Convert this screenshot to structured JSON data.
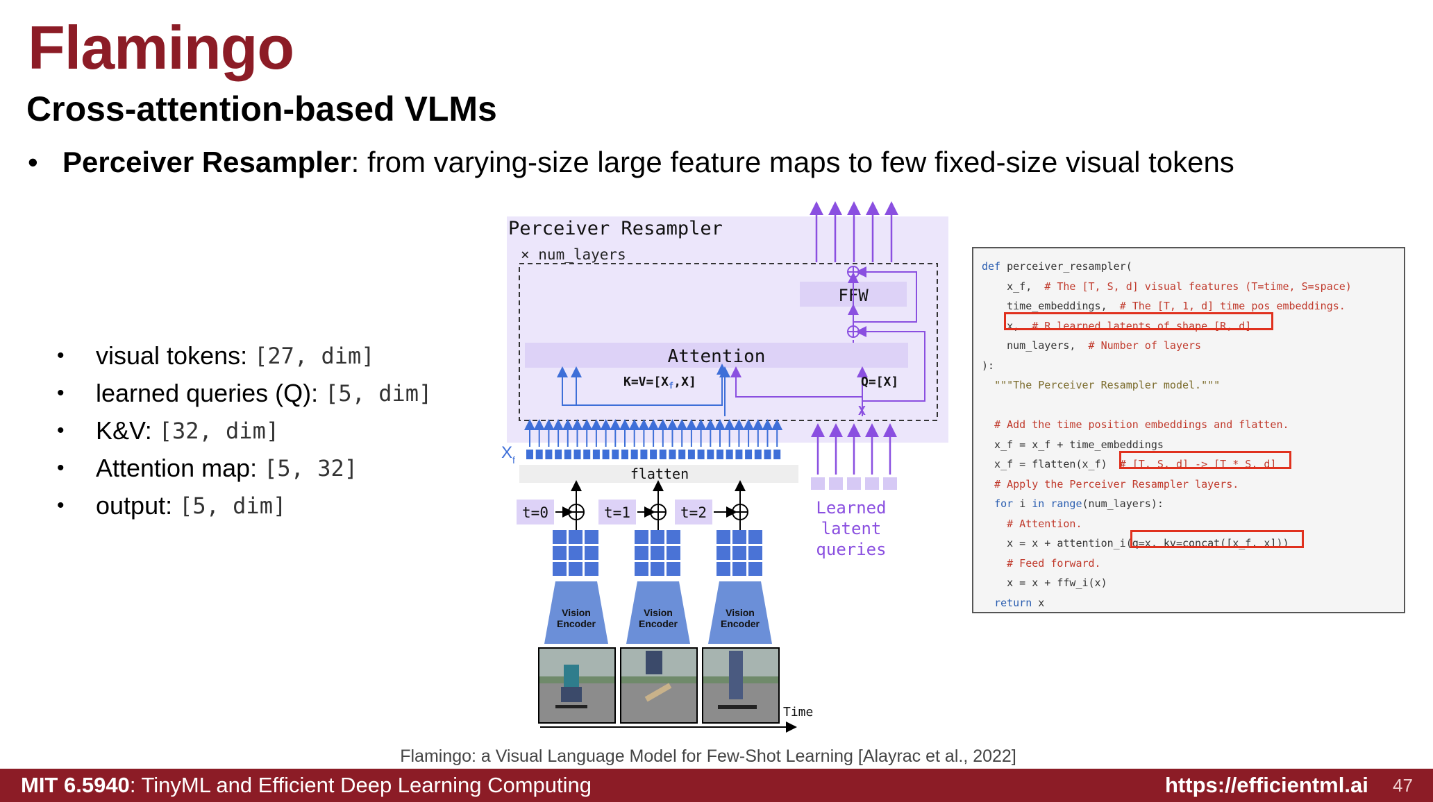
{
  "slide": {
    "title": "Flamingo",
    "subtitle": "Cross-attention-based VLMs",
    "bullet_dot": "•",
    "main_bullet": {
      "bold": "Perceiver Resampler",
      "rest": ": from varying-size large feature maps to few fixed-size visual tokens"
    },
    "sub_bullets": [
      {
        "label": "visual tokens:",
        "value": "[27, dim]"
      },
      {
        "label": "learned queries (Q):",
        "value": "[5, dim]"
      },
      {
        "label": "K&V:",
        "value": "[32, dim]"
      },
      {
        "label": "Attention map:",
        "value": "[5, 32]"
      },
      {
        "label": "output:",
        "value": "[5, dim]"
      }
    ],
    "citation": "Flamingo: a Visual Language Model for Few-Shot Learning [Alayrac et al., 2022]"
  },
  "diagram": {
    "resampler_title": "Perceiver Resampler",
    "num_layers": "× num_layers",
    "ffw": "FFW",
    "attention": "Attention",
    "kv_label": "K=V=[X",
    "kv_sub": "f",
    "kv_end": ",X]",
    "q_label": "Q=[X]",
    "x_label": "X",
    "xf_label": "X",
    "xf_sub": "f",
    "flatten": "flatten",
    "times": [
      "t=0",
      "t=1",
      "t=2"
    ],
    "encoder_line1": "Vision",
    "encoder_line2": "Encoder",
    "time_label": "Time",
    "learned": [
      "Learned",
      "latent",
      "queries"
    ],
    "plus": "⊕"
  },
  "code": {
    "lines": [
      [
        {
          "t": "def ",
          "c": "kw"
        },
        {
          "t": "perceiver_resampler(",
          "c": ""
        }
      ],
      [
        {
          "t": "    x_f,  ",
          "c": ""
        },
        {
          "t": "# The [T, S, d] visual features (T=time, S=space)",
          "c": "cm"
        }
      ],
      [
        {
          "t": "    time_embeddings,  ",
          "c": ""
        },
        {
          "t": "# The [T, 1, d] time pos embeddings.",
          "c": "cm"
        }
      ],
      [
        {
          "t": "    x,  ",
          "c": ""
        },
        {
          "t": "# R learned latents of shape [R, d]",
          "c": "cm"
        }
      ],
      [
        {
          "t": "    num_layers,  ",
          "c": ""
        },
        {
          "t": "# Number of layers",
          "c": "cm"
        }
      ],
      [
        {
          "t": "):",
          "c": ""
        }
      ],
      [
        {
          "t": "  ",
          "c": ""
        },
        {
          "t": "\"\"\"The Perceiver Resampler model.\"\"\"",
          "c": "st"
        }
      ],
      [
        {
          "t": "",
          "c": ""
        }
      ],
      [
        {
          "t": "  ",
          "c": ""
        },
        {
          "t": "# Add the time position embeddings and flatten.",
          "c": "cm"
        }
      ],
      [
        {
          "t": "  x_f = x_f + time_embeddings",
          "c": ""
        }
      ],
      [
        {
          "t": "  x_f = flatten(x_f)  ",
          "c": ""
        },
        {
          "t": "# [T, S, d] -> [T * S, d]",
          "c": "cm"
        }
      ],
      [
        {
          "t": "  ",
          "c": ""
        },
        {
          "t": "# Apply the Perceiver Resampler layers.",
          "c": "cm"
        }
      ],
      [
        {
          "t": "  ",
          "c": ""
        },
        {
          "t": "for ",
          "c": "kw"
        },
        {
          "t": "i ",
          "c": ""
        },
        {
          "t": "in ",
          "c": "kw"
        },
        {
          "t": "range",
          "c": "kw"
        },
        {
          "t": "(num_layers):",
          "c": ""
        }
      ],
      [
        {
          "t": "    ",
          "c": ""
        },
        {
          "t": "# Attention.",
          "c": "cm"
        }
      ],
      [
        {
          "t": "    x = x + attention_i(q=x, kv=concat([x_f, x]))",
          "c": ""
        }
      ],
      [
        {
          "t": "    ",
          "c": ""
        },
        {
          "t": "# Feed forward.",
          "c": "cm"
        }
      ],
      [
        {
          "t": "    x = x + ffw_i(x)",
          "c": ""
        }
      ],
      [
        {
          "t": "  ",
          "c": ""
        },
        {
          "t": "return ",
          "c": "kw"
        },
        {
          "t": "x",
          "c": ""
        }
      ]
    ]
  },
  "footer": {
    "course_bold": "MIT 6.5940",
    "course_rest": ": TinyML and Efficient Deep Learning Computing",
    "url": "https://efficientml.ai",
    "page": "47"
  },
  "colors": {
    "brand": "#8c1c26",
    "purple": "#8a4fe0",
    "blue": "#3e6fd8",
    "lavender": "#ece6fb",
    "highlight_red": "#e0311e"
  }
}
